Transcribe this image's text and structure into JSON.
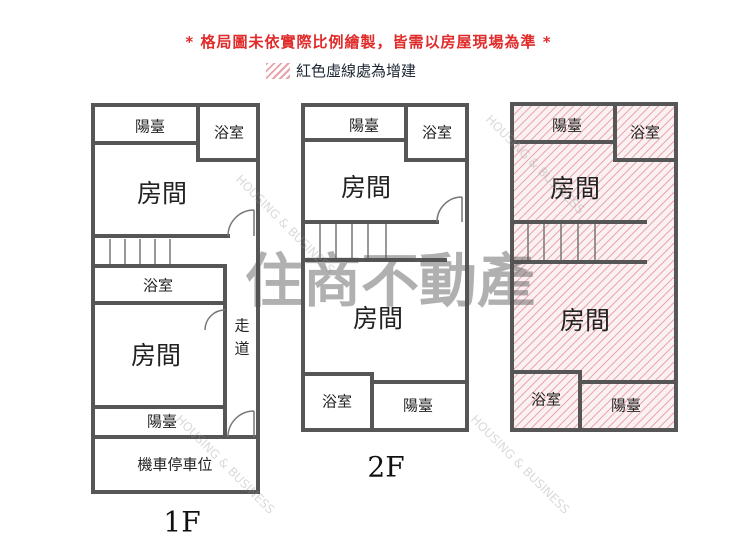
{
  "header": {
    "notice": "* 格局圖未依實際比例繪製，皆需以房屋現場為準 *",
    "legend": "紅色虛線處為增建"
  },
  "colors": {
    "notice": "#e02b2b",
    "wall": "#565656",
    "hatch": "#e6a3ab"
  },
  "watermark": {
    "main": "住商不動產",
    "english": "HOUSING & BUSINESS"
  },
  "floors": {
    "f1": {
      "label": "1F",
      "rooms": {
        "balcony_top": "陽臺",
        "bath_top": "浴室",
        "room_top": "房間",
        "bath_mid": "浴室",
        "room_bottom": "房間",
        "balcony_bottom": "陽臺",
        "corridor_1": "走",
        "corridor_2": "道",
        "parking": "機車停車位"
      }
    },
    "f2": {
      "label": "2F",
      "rooms": {
        "balcony_top": "陽臺",
        "bath_top": "浴室",
        "room_top": "房間",
        "room_bottom": "房間",
        "bath_bottom": "浴室",
        "balcony_bottom": "陽臺"
      }
    },
    "f3": {
      "rooms": {
        "balcony_top": "陽臺",
        "bath_top": "浴室",
        "room_top": "房間",
        "room_bottom": "房間",
        "bath_bottom": "浴室",
        "balcony_bottom": "陽臺"
      }
    }
  }
}
